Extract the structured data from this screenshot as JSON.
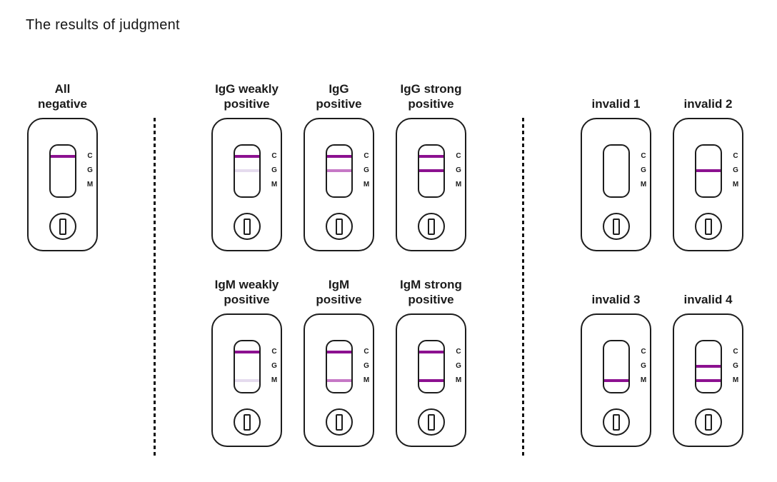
{
  "title": "The results of judgment",
  "window_position_labels": [
    "C",
    "G",
    "M"
  ],
  "line_colors": {
    "strong": "#8c1190",
    "medium": "#c678c6",
    "weak": "#e5dbee"
  },
  "outline_color": "#1c1c1c",
  "groups": [
    {
      "id": "negative",
      "cassettes": [
        {
          "label": "All\nnegative",
          "lines": {
            "C": "strong",
            "G": "none",
            "M": "none"
          }
        }
      ]
    },
    {
      "id": "positive",
      "cassettes": [
        {
          "label": "IgG weakly\npositive",
          "lines": {
            "C": "strong",
            "G": "weak",
            "M": "none"
          }
        },
        {
          "label": "IgG\npositive",
          "lines": {
            "C": "strong",
            "G": "medium",
            "M": "none"
          }
        },
        {
          "label": "IgG strong\npositive",
          "lines": {
            "C": "strong",
            "G": "strong",
            "M": "none"
          }
        },
        {
          "label": "IgM weakly\npositive",
          "lines": {
            "C": "strong",
            "G": "none",
            "M": "weak"
          }
        },
        {
          "label": "IgM\npositive",
          "lines": {
            "C": "strong",
            "G": "none",
            "M": "medium"
          }
        },
        {
          "label": "IgM strong\npositive",
          "lines": {
            "C": "strong",
            "G": "none",
            "M": "strong"
          }
        }
      ]
    },
    {
      "id": "invalid",
      "cassettes": [
        {
          "label": "invalid 1",
          "lines": {
            "C": "none",
            "G": "none",
            "M": "none"
          }
        },
        {
          "label": "invalid 2",
          "lines": {
            "C": "none",
            "G": "strong",
            "M": "none"
          }
        },
        {
          "label": "invalid 3",
          "lines": {
            "C": "none",
            "G": "none",
            "M": "strong"
          }
        },
        {
          "label": "invalid 4",
          "lines": {
            "C": "none",
            "G": "strong",
            "M": "strong"
          }
        }
      ]
    }
  ]
}
